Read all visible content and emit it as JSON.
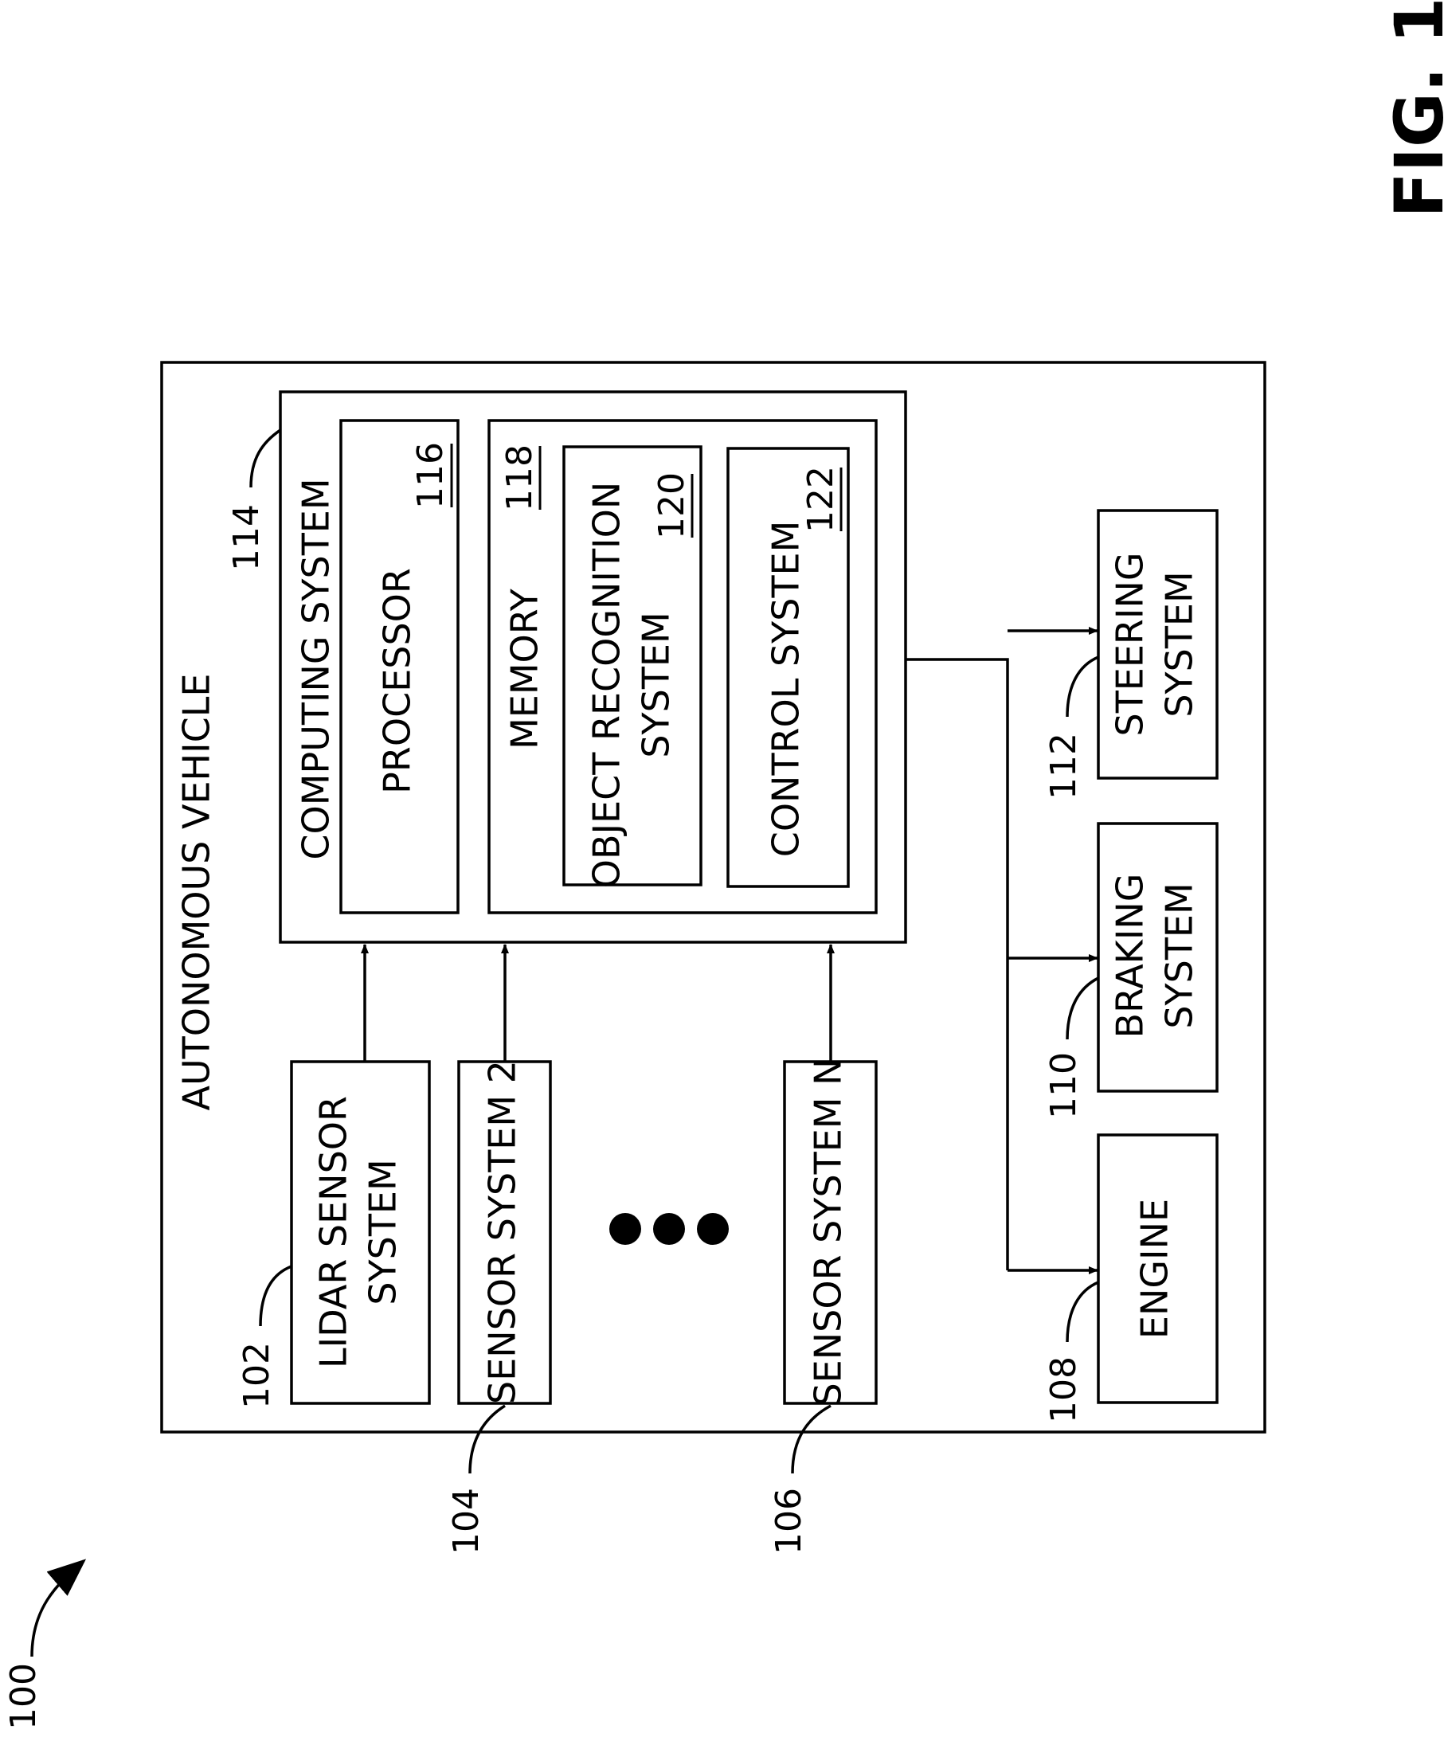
{
  "figure_label": "FIG. 1",
  "system_ref": "100",
  "vehicle": {
    "label": "AUTONOMOUS VEHICLE"
  },
  "computing": {
    "label": "COMPUTING SYSTEM",
    "ref": "114"
  },
  "processor": {
    "label": "PROCESSOR",
    "ref": "116"
  },
  "memory": {
    "label": "MEMORY",
    "ref": "118"
  },
  "object_recognition": {
    "label_line1": "OBJECT RECOGNITION",
    "label_line2": "SYSTEM",
    "ref": "120"
  },
  "control": {
    "label": "CONTROL SYSTEM",
    "ref": "122"
  },
  "lidar": {
    "label_line1": "LIDAR SENSOR",
    "label_line2": "SYSTEM",
    "ref": "102"
  },
  "sensor2": {
    "label": "SENSOR SYSTEM 2",
    "ref": "104"
  },
  "sensorN": {
    "label": "SENSOR SYSTEM N",
    "ref": "106"
  },
  "engine": {
    "label": "ENGINE",
    "ref": "108"
  },
  "braking": {
    "label_line1": "BRAKING",
    "label_line2": "SYSTEM",
    "ref": "110"
  },
  "steering": {
    "label_line1": "STEERING",
    "label_line2": "SYSTEM",
    "ref": "112"
  }
}
